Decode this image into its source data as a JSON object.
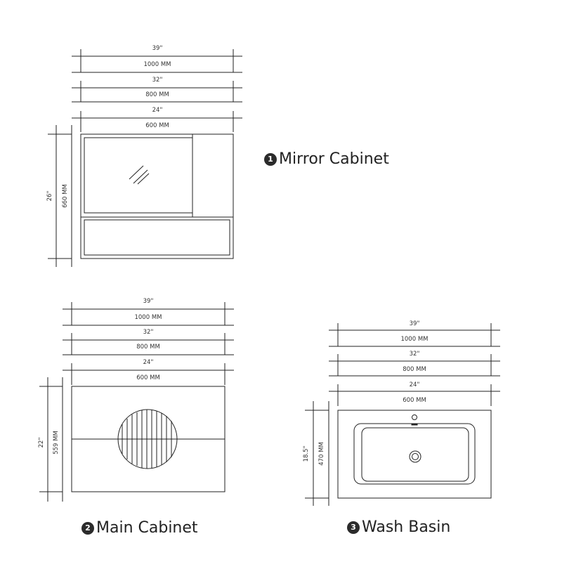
{
  "mirror_cabinet": {
    "number": "1",
    "title": "Mirror Cabinet",
    "widths": [
      {
        "in": "39\"",
        "mm": "1000 MM"
      },
      {
        "in": "32\"",
        "mm": "800 MM"
      },
      {
        "in": "24\"",
        "mm": "600 MM"
      }
    ],
    "height": {
      "in": "26\"",
      "mm": "660 MM"
    }
  },
  "main_cabinet": {
    "number": "2",
    "title": "Main Cabinet",
    "widths": [
      {
        "in": "39\"",
        "mm": "1000 MM"
      },
      {
        "in": "32\"",
        "mm": "800 MM"
      },
      {
        "in": "24\"",
        "mm": "600 MM"
      }
    ],
    "height": {
      "in": "22\"",
      "mm": "559 MM"
    }
  },
  "wash_basin": {
    "number": "3",
    "title": "Wash Basin",
    "widths": [
      {
        "in": "39\"",
        "mm": "1000 MM"
      },
      {
        "in": "32\"",
        "mm": "800 MM"
      },
      {
        "in": "24\"",
        "mm": "600 MM"
      }
    ],
    "height": {
      "in": "18.5\"",
      "mm": "470 MM"
    }
  },
  "colors": {
    "line": "#222222",
    "text": "#333333",
    "badge": "#2b2b2b"
  }
}
